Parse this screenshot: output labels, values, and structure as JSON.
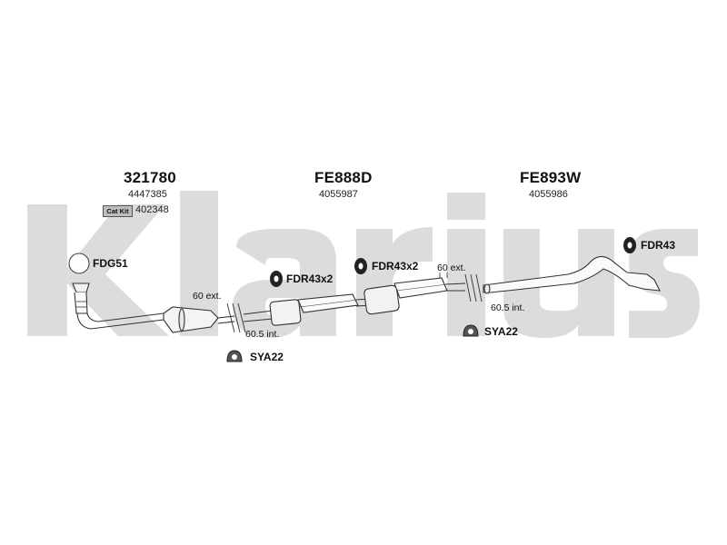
{
  "brand": {
    "watermark_text": "Klarius",
    "watermark_color": "#d9d9d9"
  },
  "sections": [
    {
      "part_number": "321780",
      "reference": "4447385",
      "catkit_badge": "Cat Kit",
      "catkit_reference": "402348"
    },
    {
      "part_number": "FE888D",
      "reference": "4055987"
    },
    {
      "part_number": "FE893W",
      "reference": "4055986"
    }
  ],
  "fittings": [
    {
      "label": "FDG51",
      "icon": "gasket-ring-icon"
    },
    {
      "label": "FDR43x2",
      "icon": "rubber-mount-icon"
    },
    {
      "label": "FDR43x2",
      "icon": "rubber-mount-icon"
    },
    {
      "label": "FDR43",
      "icon": "rubber-mount-icon"
    },
    {
      "label": "SYA22",
      "icon": "clamp-icon"
    },
    {
      "label": "SYA22",
      "icon": "clamp-icon"
    }
  ],
  "joints": [
    {
      "ext": "60 ext.",
      "int": "60.5 int."
    },
    {
      "ext": "60 ext.",
      "int": "60.5 int."
    }
  ]
}
